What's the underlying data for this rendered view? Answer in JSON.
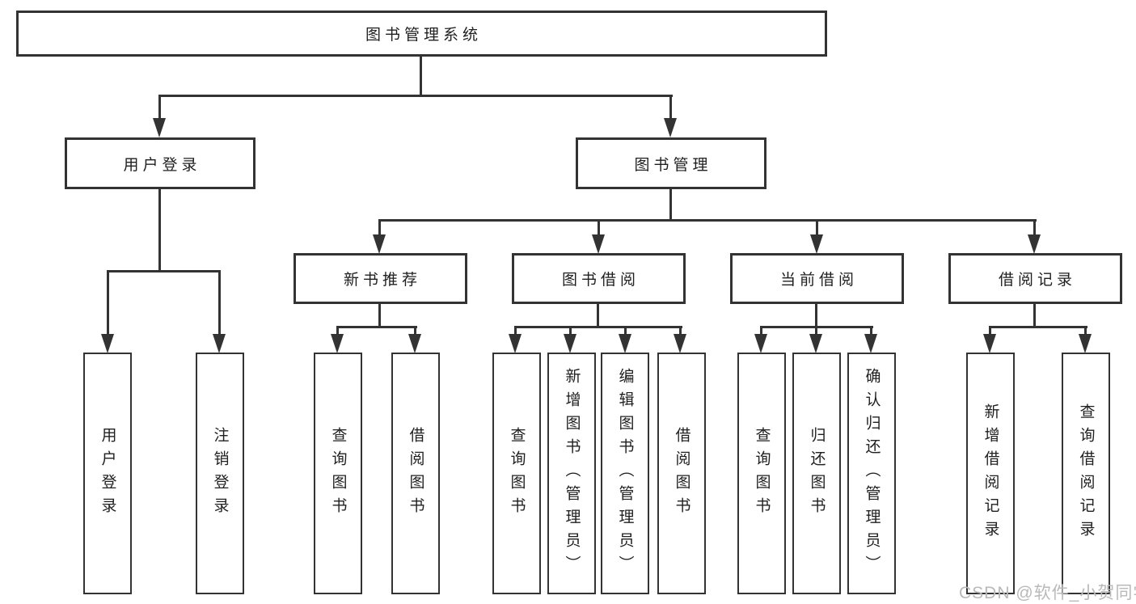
{
  "page": {
    "watermark": "CSDN @软件_小贺同学"
  },
  "colors": {
    "line": "#333333",
    "text": "#1f1f1f",
    "watermark": "#b9b9b9",
    "background": "#ffffff"
  },
  "tree": {
    "label": "图书管理系统",
    "children": [
      {
        "label": "用户登录",
        "children": [
          {
            "label": "用户登录"
          },
          {
            "label": "注销登录"
          }
        ]
      },
      {
        "label": "图书管理",
        "children": [
          {
            "label": "新书推荐",
            "children": [
              {
                "label": "查询图书"
              },
              {
                "label": "借阅图书"
              }
            ]
          },
          {
            "label": "图书借阅",
            "children": [
              {
                "label": "查询图书"
              },
              {
                "label": "新增图书（管理员）"
              },
              {
                "label": "编辑图书（管理员）"
              },
              {
                "label": "借阅图书"
              }
            ]
          },
          {
            "label": "当前借阅",
            "children": [
              {
                "label": "查询图书"
              },
              {
                "label": "归还图书"
              },
              {
                "label": "确认归还（管理员）"
              }
            ]
          },
          {
            "label": "借阅记录",
            "children": [
              {
                "label": "新增借阅记录"
              },
              {
                "label": "查询借阅记录"
              }
            ]
          }
        ]
      }
    ]
  }
}
